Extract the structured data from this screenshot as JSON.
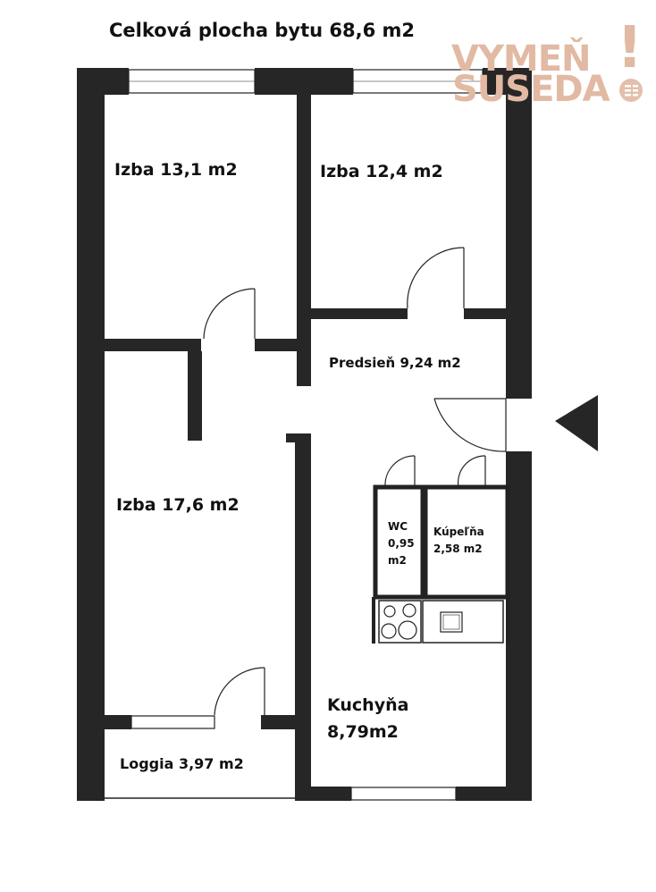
{
  "title": "Celková plocha bytu 68,6 m2",
  "logo": {
    "line1": "VYMEŇ",
    "line2": "SUSEDA",
    "mark": "!",
    "color": "#e2b9a3"
  },
  "colors": {
    "wall": "#262626",
    "line": "#222222"
  },
  "rooms": {
    "izba1": "Izba 13,1 m2",
    "izba2": "Izba 12,4 m2",
    "predsien": "Predsieň 9,24 m2",
    "izba3": "Izba 17,6 m2",
    "wc": [
      "WC",
      "0,95",
      "m2"
    ],
    "kupelna": [
      "Kúpeľňa",
      "2,58 m2"
    ],
    "kuchyna": [
      "Kuchyňa",
      "8,79m2"
    ],
    "loggia": "Loggia 3,97 m2"
  }
}
